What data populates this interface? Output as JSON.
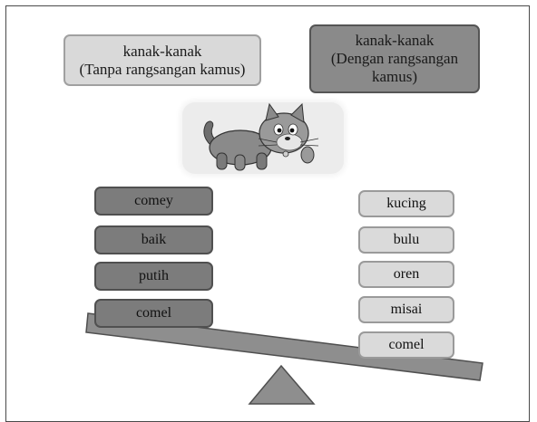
{
  "header_left": {
    "text": "kanak-kanak\n(Tanpa rangsangan kamus)"
  },
  "header_right": {
    "text": "kanak-kanak\n(Dengan rangsangan\nkamus)"
  },
  "illustration": {
    "icon": "cat-cartoon-icon"
  },
  "left_words": [
    "comey",
    "baik",
    "putih",
    "comel"
  ],
  "right_words": [
    "kucing",
    "bulu",
    "oren",
    "misai",
    "comel"
  ],
  "colors": {
    "dark_box": "#7c7c7c",
    "light_box": "#dadada",
    "beam": "#8e8e8e",
    "fulcrum": "#8e8e8e"
  }
}
